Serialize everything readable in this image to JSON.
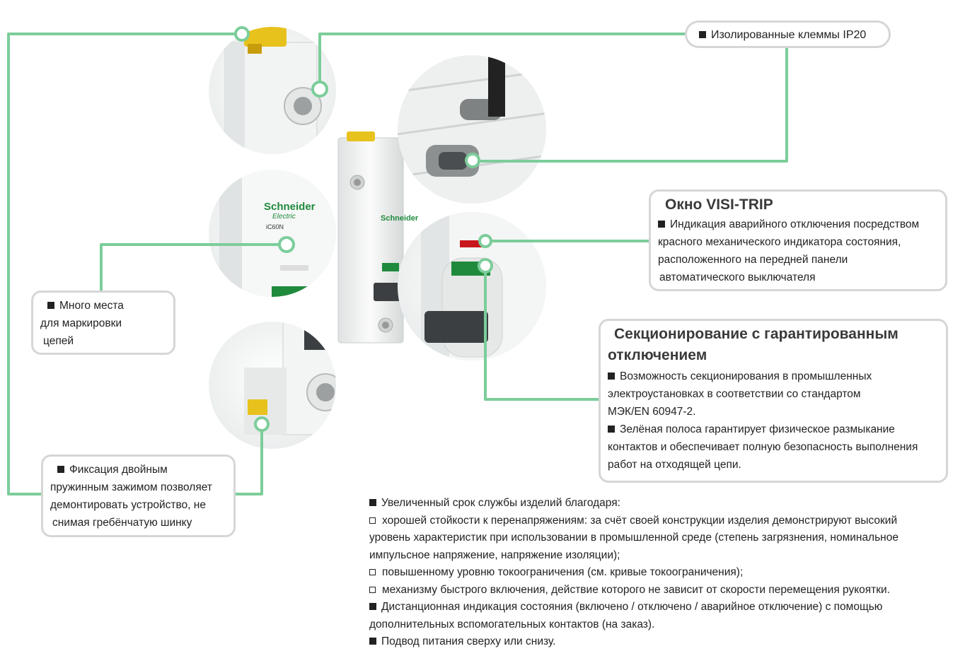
{
  "colors": {
    "connector": "#7ccd9a",
    "border": "#d6d6d6",
    "accent_green": "#1f8a3c",
    "yellow": "#e8c21c",
    "red": "#c8161d"
  },
  "product": {
    "brand": "Schneider",
    "brand_sub": "Electric",
    "model": "iC60N"
  },
  "callouts": {
    "ip20": {
      "text": "Изолированные клеммы IP20"
    },
    "visi_trip": {
      "title": "Окно VISI-TRIP",
      "lines": [
        "Индикация аварийного отключения посредством",
        "красного механического индикатора состояния,",
        "расположенного на передней панели",
        "автоматического выключателя"
      ]
    },
    "isolation": {
      "title_lines": [
        "Секционирование с гарантированным",
        "отключением"
      ],
      "lines": [
        "Возможность секционирования в промышленных",
        "электроустановках в соответствии со стандартом",
        "МЭК/EN 60947-2.",
        "Зелёная полоса гарантирует физическое размыкание",
        "контактов и обеспечивает полную безопасность выполнения",
        "работ на отходящей цепи."
      ]
    },
    "marking": {
      "lines": [
        "Много места",
        "для маркировки",
        "цепей"
      ]
    },
    "clamp": {
      "lines": [
        "Фиксация двойным",
        "пружинным зажимом позволяет",
        "демонтировать устройство, не",
        "снимая гребёнчатую шинку"
      ]
    }
  },
  "features": [
    "Увеличенный срок службы изделий благодаря:",
    "хорошей стойкости к перенапряжениям: за счёт своей конструкции изделия  демонстрируют высокий",
    "уровень характеристик при использовании в промышленной среде (степень загрязнения, номинальное",
    "импульсное напряжение, напряжение изоляции);",
    "повышенному уровню токоограничения (см. кривые токоограничения);",
    "механизму быстрого включения, действие которого не зависит от скорости перемещения рукоятки.",
    "Дистанционная индикация состояния (включено / отключено / аварийное отключение) с помощью",
    "дополнительных вспомогательных контактов (на заказ).",
    "Подвод питания сверху или снизу."
  ]
}
